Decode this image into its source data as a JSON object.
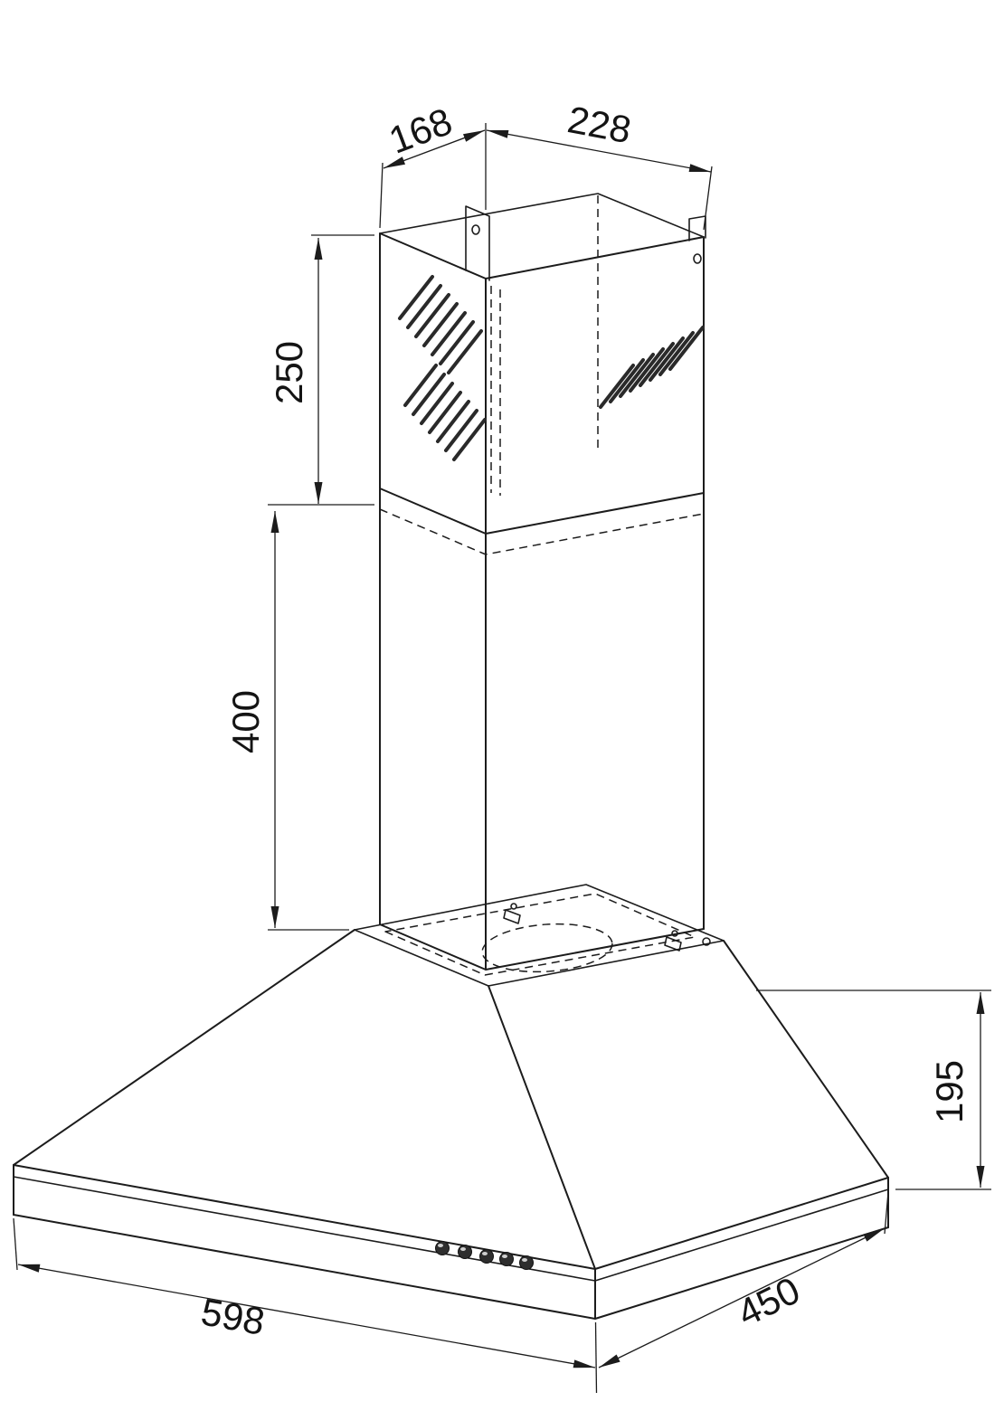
{
  "colors": {
    "background": "#ffffff",
    "line": "#1c1c1c"
  },
  "drawing": {
    "dimensions": {
      "top_depth": "168",
      "top_width": "228",
      "upper_chimney_height": "250",
      "lower_chimney_height": "400",
      "canopy_height": "195",
      "hood_width": "598",
      "hood_depth": "450"
    }
  }
}
